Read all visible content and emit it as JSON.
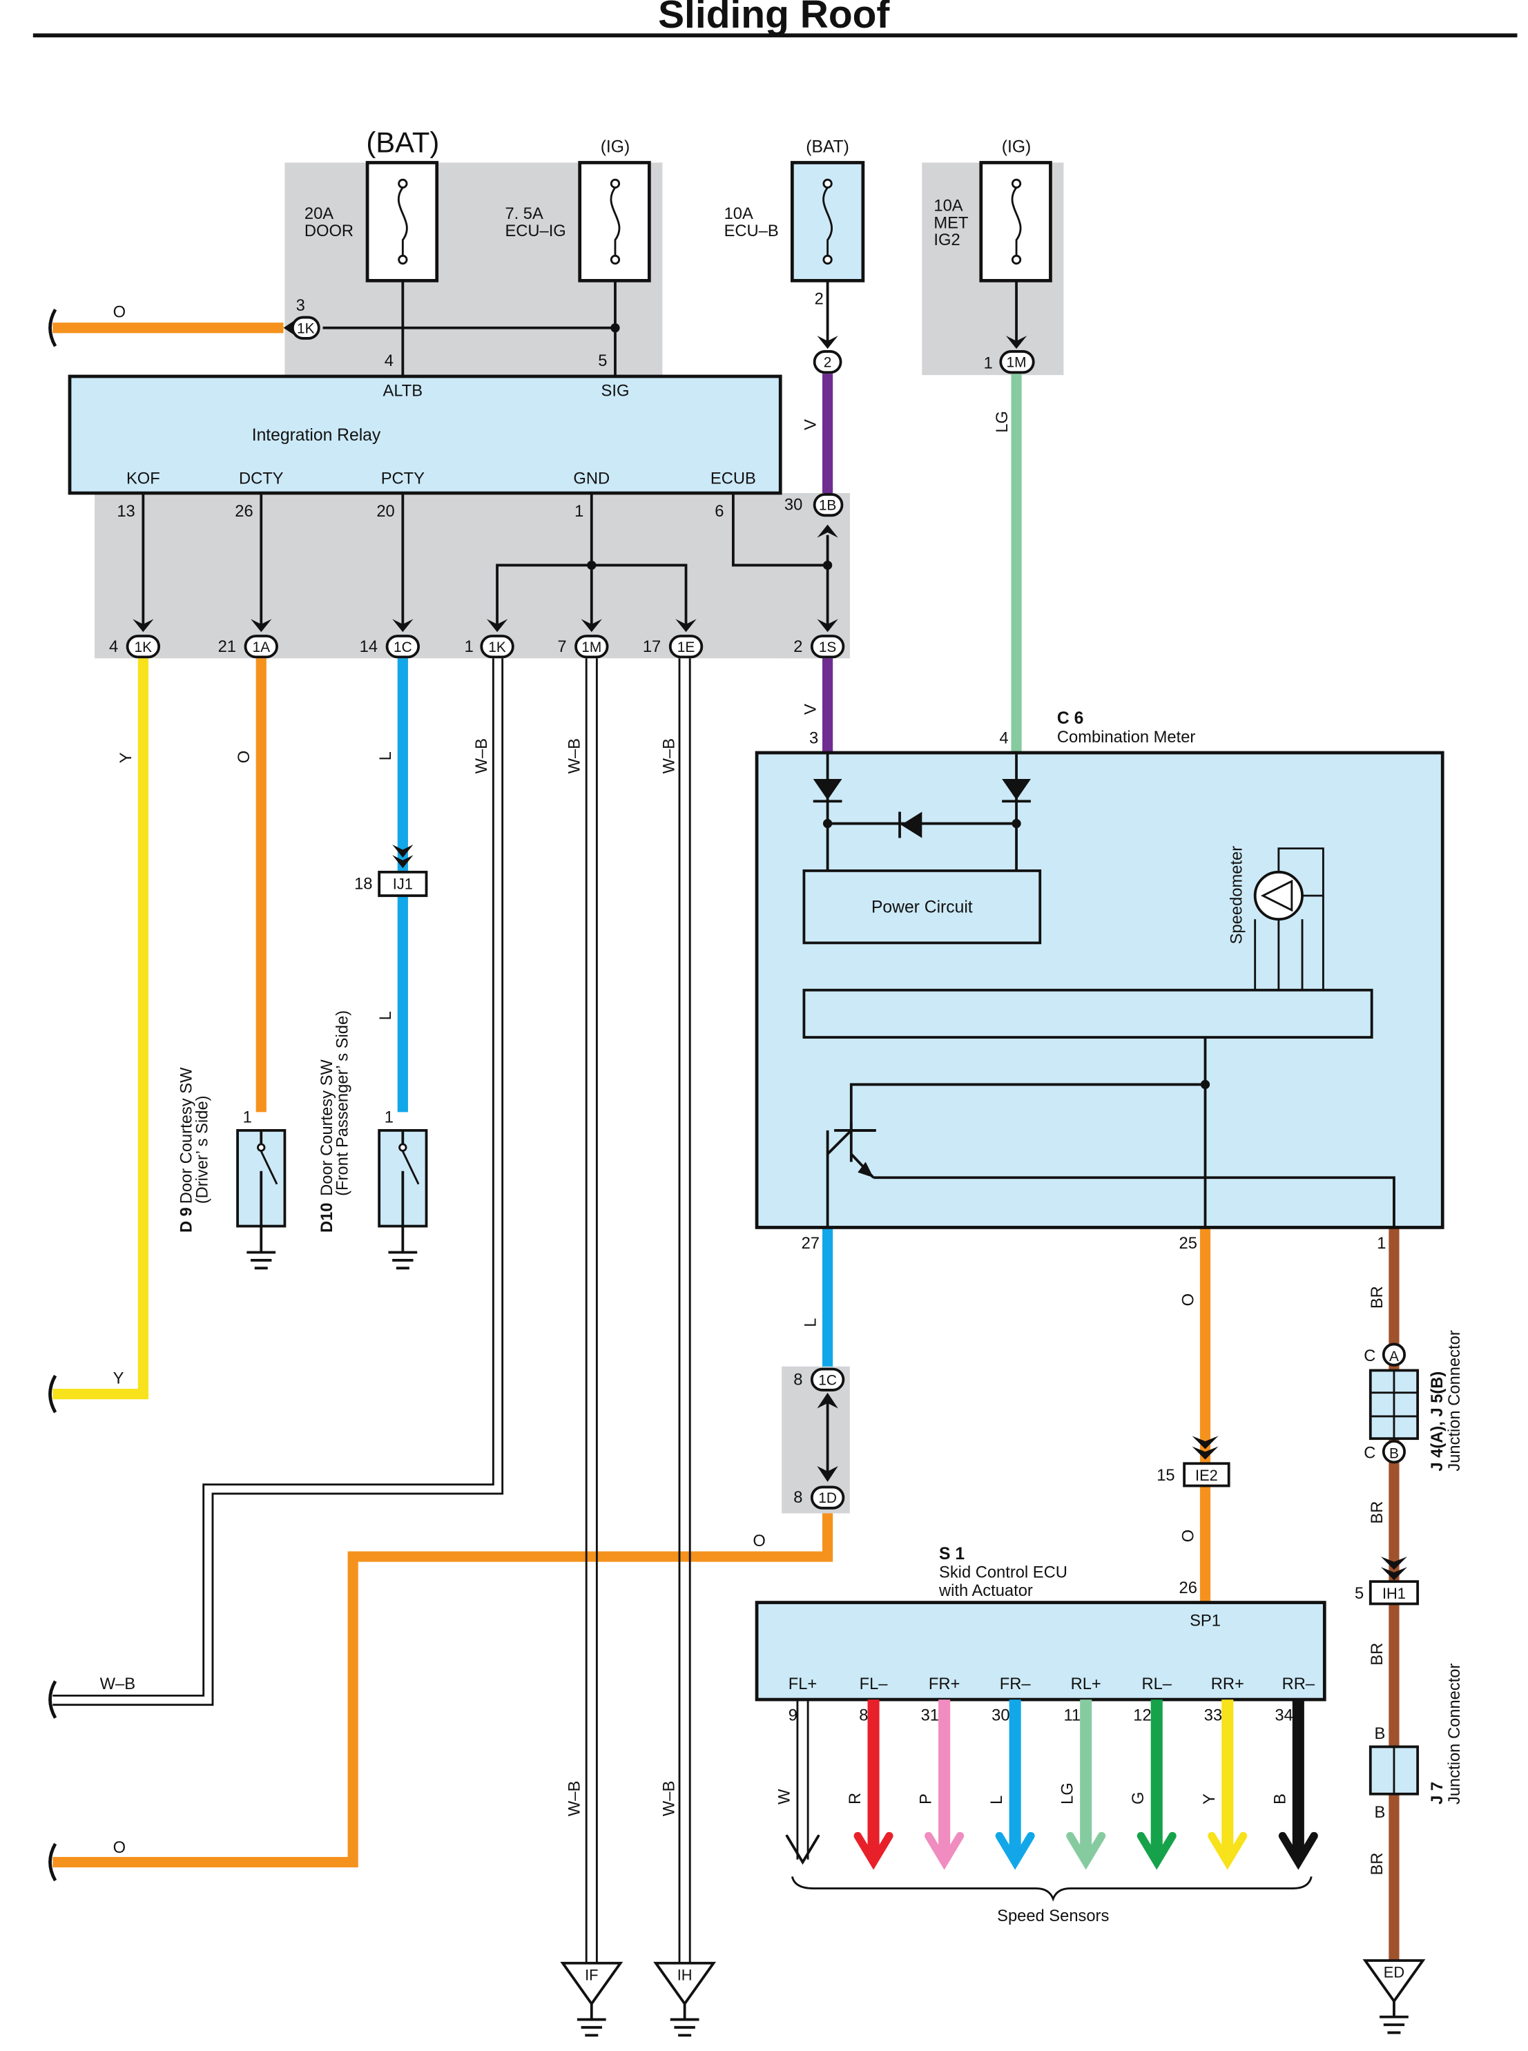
{
  "title": "Sliding Roof",
  "fuses": [
    {
      "supply": "(BAT)",
      "rating": "20A",
      "name": "DOOR"
    },
    {
      "supply": "(IG)",
      "rating": "7. 5A",
      "name": "ECU–IG"
    },
    {
      "supply": "(BAT)",
      "rating": "10A",
      "name": "ECU–B"
    },
    {
      "supply": "(IG)",
      "rating": "10A",
      "name_line1": "MET",
      "name_line2": "IG2"
    }
  ],
  "relay": {
    "name": "Integration Relay",
    "top_pins": [
      {
        "label": "ALTB",
        "num": "4"
      },
      {
        "label": "SIG",
        "num": "5"
      }
    ],
    "bottom_pins": [
      {
        "label": "KOF",
        "num": "13"
      },
      {
        "label": "DCTY",
        "num": "26"
      },
      {
        "label": "PCTY",
        "num": "20"
      },
      {
        "label": "GND",
        "num": "1"
      },
      {
        "label": "ECUB",
        "num": "6"
      }
    ]
  },
  "connectors": {
    "k_top": {
      "pin": "3",
      "id": "1K"
    },
    "b_top": {
      "pin": "30",
      "id": "1B"
    },
    "ecub_fuse": {
      "pin": "2",
      "id": "2"
    },
    "met_fuse": {
      "pin": "1",
      "id": "1M"
    },
    "row": [
      {
        "pin": "4",
        "id": "1K"
      },
      {
        "pin": "21",
        "id": "1A"
      },
      {
        "pin": "14",
        "id": "1C"
      },
      {
        "pin": "1",
        "id": "1K"
      },
      {
        "pin": "7",
        "id": "1M"
      },
      {
        "pin": "17",
        "id": "1E"
      },
      {
        "pin": "2",
        "id": "1S"
      }
    ],
    "ij1": {
      "pin": "18",
      "id": "IJ1"
    },
    "c1c": {
      "pin": "8",
      "id": "1C"
    },
    "c1d": {
      "pin": "8",
      "id": "1D"
    },
    "ie2": {
      "pin": "15",
      "id": "IE2"
    },
    "ih1": {
      "pin": "5",
      "id": "IH1"
    },
    "fuse_ecub_pin": "2"
  },
  "wires": {
    "o_top": "O",
    "y": "Y",
    "o_dcty": "O",
    "l": "L",
    "wb": "W–B",
    "v": "V",
    "lg": "LG",
    "br": "BR",
    "o": "O"
  },
  "meter": {
    "code": "C 6",
    "name": "Combination Meter",
    "power_circuit": "Power Circuit",
    "speedometer": "Speedometer",
    "pins": {
      "v": "3",
      "lg": "4",
      "p27": "27",
      "p25": "25",
      "p1": "1"
    }
  },
  "switches": [
    {
      "code": "D 9",
      "line1": "Door Courtesy SW",
      "line2": "(Driver’ s Side)",
      "pin": "1"
    },
    {
      "code": "D10",
      "line1": "Door Courtesy SW",
      "line2": "(Front Passenger’ s Side)",
      "pin": "1"
    }
  ],
  "junctions": {
    "j4": {
      "label": "J 4(A), J 5(B)",
      "name": "Junction Connector",
      "a": "A",
      "b": "B",
      "c_top": "C",
      "c_bot": "C"
    },
    "j7": {
      "label": "J 7",
      "name": "Junction Connector",
      "b_top": "B",
      "b_bot": "B"
    }
  },
  "ecu": {
    "code": "S 1",
    "line1": "Skid Control ECU",
    "line2": "with Actuator",
    "sp1": "SP1",
    "sp1_pin": "26",
    "pins": [
      {
        "label": "FL+",
        "num": "9",
        "wire": "W",
        "color": "#ffffff"
      },
      {
        "label": "FL–",
        "num": "8",
        "wire": "R",
        "color": "#e8202a"
      },
      {
        "label": "FR+",
        "num": "31",
        "wire": "P",
        "color": "#f08cbf"
      },
      {
        "label": "FR–",
        "num": "30",
        "wire": "L",
        "color": "#12a7e8"
      },
      {
        "label": "RL+",
        "num": "11",
        "wire": "LG",
        "color": "#86cba0"
      },
      {
        "label": "RL–",
        "num": "12",
        "wire": "G",
        "color": "#16a24a"
      },
      {
        "label": "RR+",
        "num": "33",
        "wire": "Y",
        "color": "#f7e21b"
      },
      {
        "label": "RR–",
        "num": "34",
        "wire": "B",
        "color": "#111111"
      }
    ],
    "speed_sensors": "Speed Sensors"
  },
  "grounds": [
    "IF",
    "IH",
    "ED"
  ],
  "colors": {
    "orange": "#f5921e",
    "yellow": "#f7e21b",
    "blue": "#12a7e8",
    "violet": "#6f2c91",
    "light_green": "#86cba0",
    "brown": "#a0522d",
    "box_fill": "#cce9f7",
    "gray": "#d3d4d6"
  }
}
